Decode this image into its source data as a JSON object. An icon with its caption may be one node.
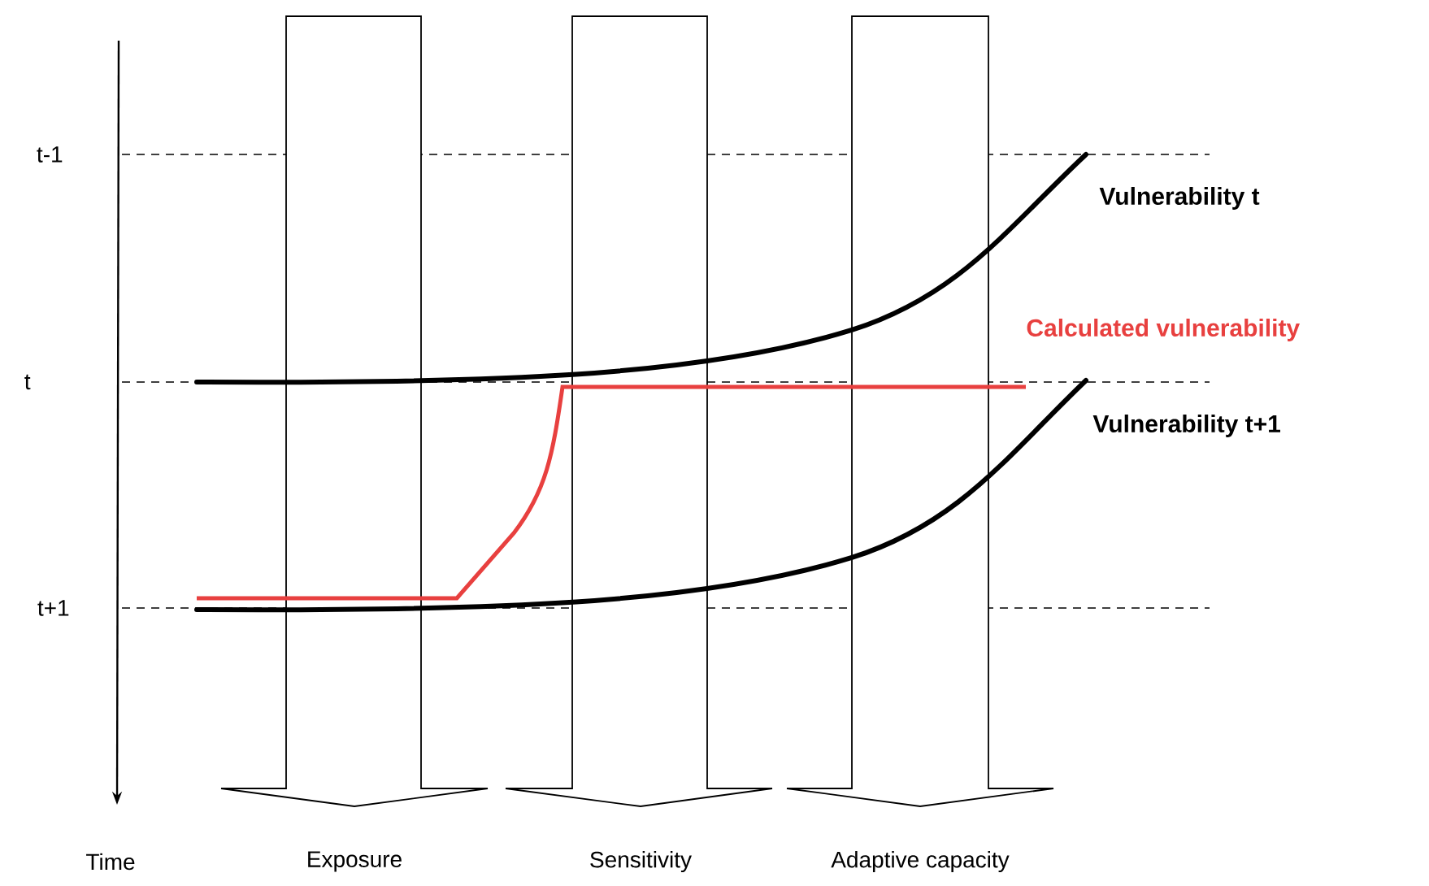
{
  "diagram": {
    "nodes": [
      {
        "text": [
          "Exposure"
        ]
      },
      {
        "text": [
          "Sensitivity"
        ]
      },
      {
        "text": [
          "Adaptive capacity"
        ]
      }
    ],
    "labels": [
      "t-1",
      "t",
      "t+1",
      "Vulnerability t",
      "Calculated vulnerability",
      "Vulnerability t+1",
      "Time"
    ]
  }
}
